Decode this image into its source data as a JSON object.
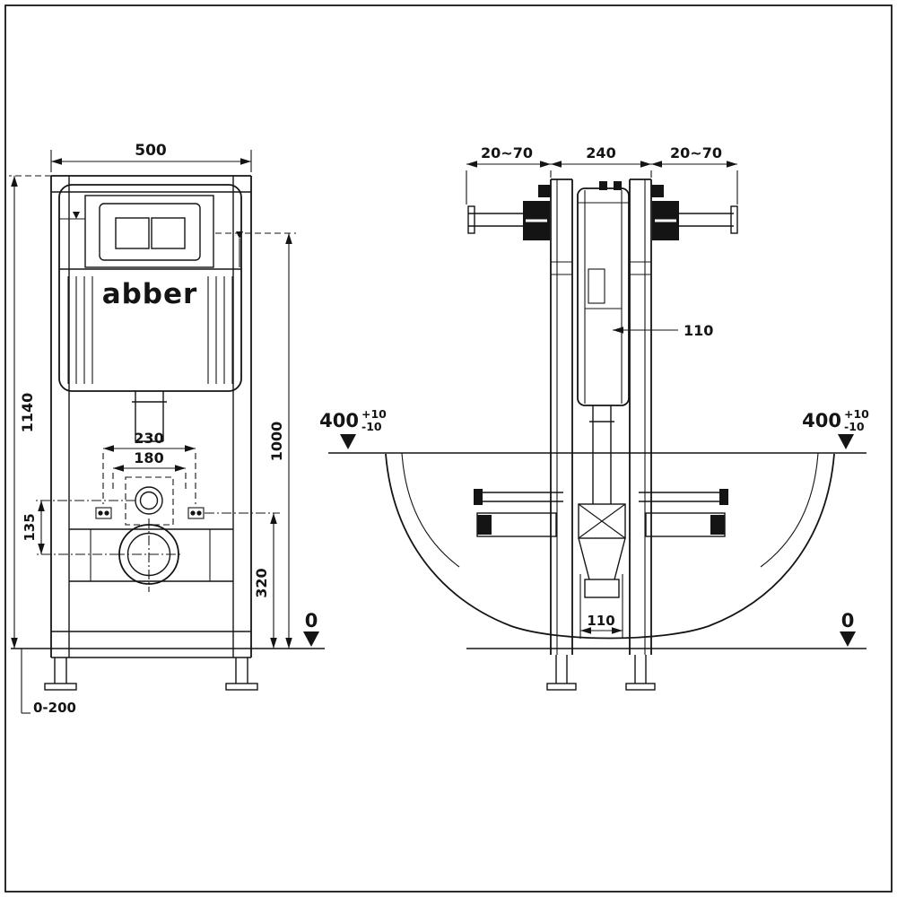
{
  "brand": "abber",
  "front_view": {
    "width": "500",
    "total_height": "1140",
    "flush_plate_height": "1000",
    "anchor_span": "230",
    "stud_span": "180",
    "inlet_to_outlet": "135",
    "outlet_height": "320",
    "ground": "0",
    "feet_adjust_range": "0-200"
  },
  "side_view": {
    "wall_gap_left": "20~70",
    "frame_depth": "240",
    "wall_gap_right": "20~70",
    "drain_pipe_upper": "110",
    "bowl_height_left": "400",
    "bowl_height_right": "400",
    "tolerance_plus": "+10",
    "tolerance_minus": "-10",
    "drain_pipe_lower": "110",
    "ground": "0"
  }
}
